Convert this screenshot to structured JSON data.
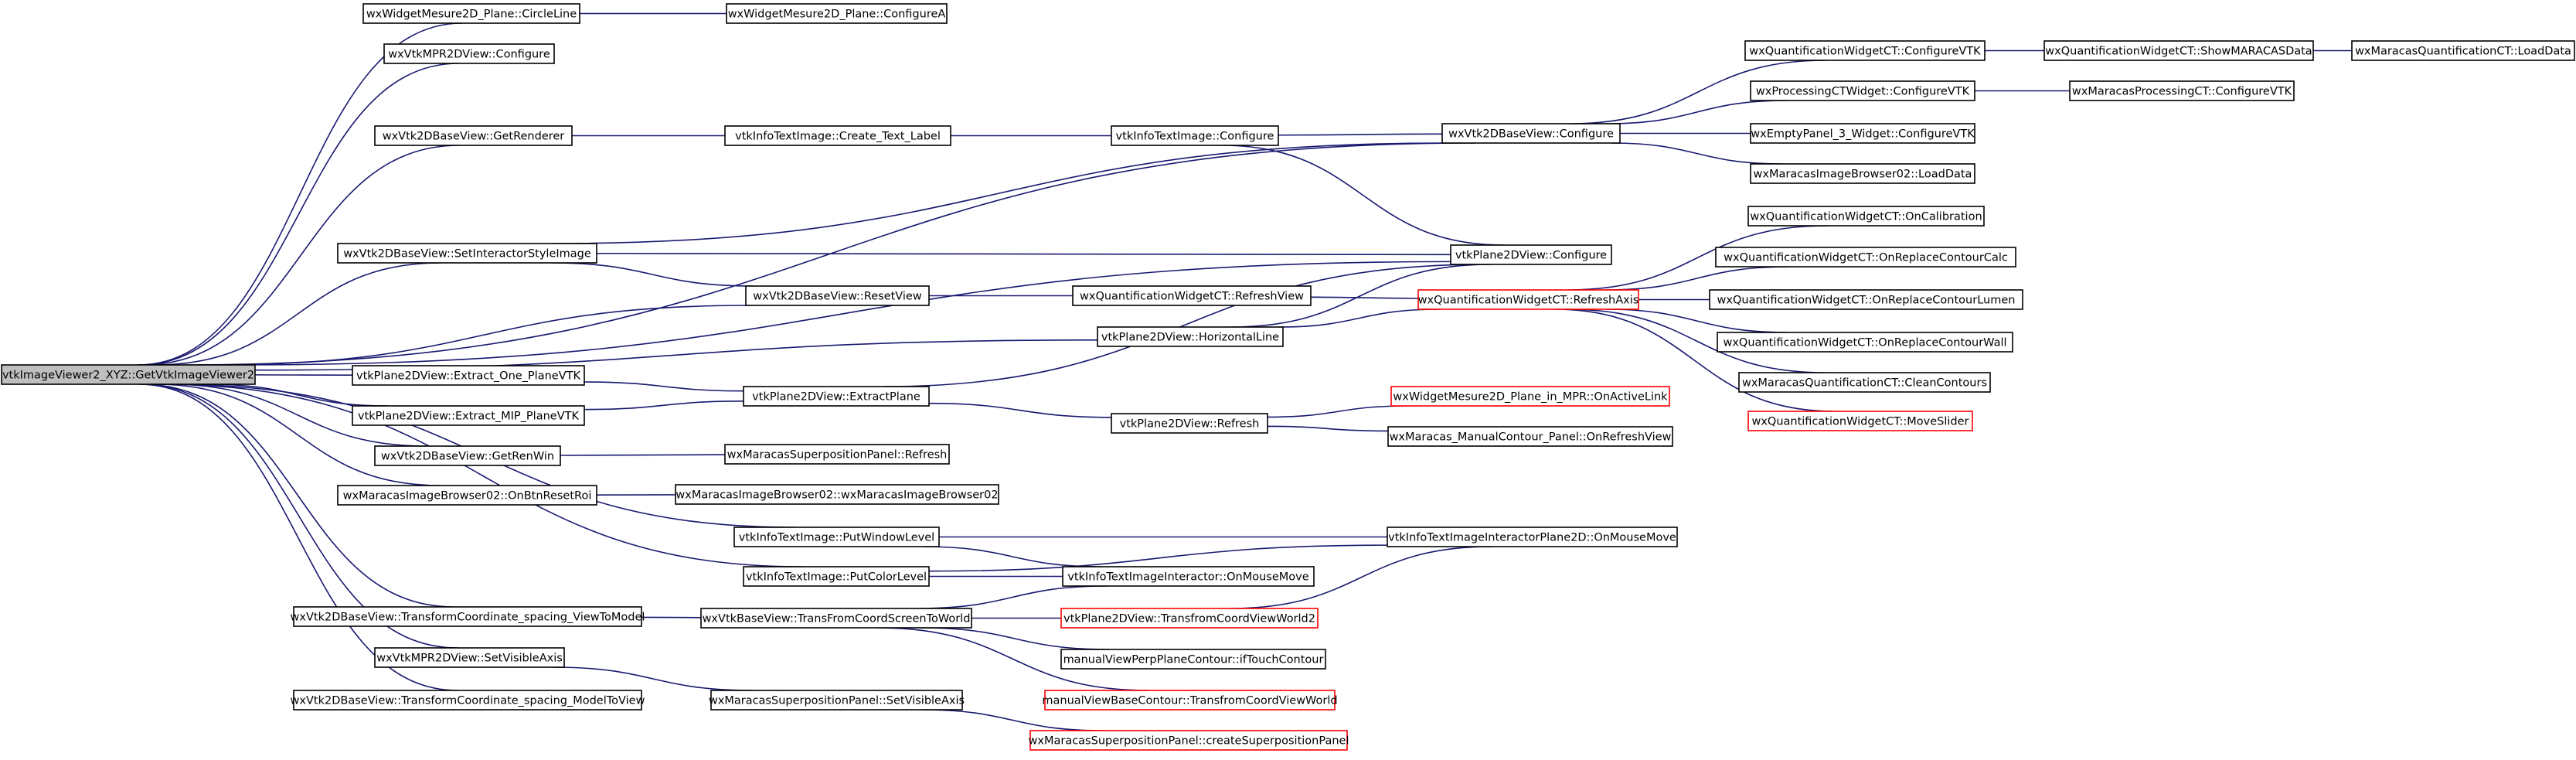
{
  "colors": {
    "edge": "#191970",
    "node_border": "#000000",
    "truncated_border": "#ff0000",
    "root_fill": "#bfbfbf",
    "background": "#ffffff"
  },
  "nodes": {
    "root": {
      "label": "vtkImageViewer2_XYZ::GetVtkImageViewer2"
    },
    "circleLine": {
      "label": "wxWidgetMesure2D_Plane::CircleLine"
    },
    "configureA": {
      "label": "wxWidgetMesure2D_Plane::ConfigureA"
    },
    "mpr2dConfigure": {
      "label": "wxVtkMPR2DView::Configure"
    },
    "getRenderer": {
      "label": "wxVtk2DBaseView::GetRenderer"
    },
    "createTextLabel": {
      "label": "vtkInfoTextImage::Create_Text_Label"
    },
    "infoConfigure": {
      "label": "vtkInfoTextImage::Configure"
    },
    "base2dConfigure": {
      "label": "wxVtk2DBaseView::Configure"
    },
    "quantConfigureVTK": {
      "label": "wxQuantificationWidgetCT::ConfigureVTK"
    },
    "showMaracas": {
      "label": "wxQuantificationWidgetCT::ShowMARACASData"
    },
    "maracasLoadData": {
      "label": "wxMaracasQuantificationCT::LoadData"
    },
    "procConfigureVTK": {
      "label": "wxProcessingCTWidget::ConfigureVTK"
    },
    "maracasProcConfigureVTK": {
      "label": "wxMaracasProcessingCT::ConfigureVTK"
    },
    "emptyPanelConfigureVTK": {
      "label": "wxEmptyPanel_3_Widget::ConfigureVTK"
    },
    "imgBrowserLoadData": {
      "label": "wxMaracasImageBrowser02::LoadData"
    },
    "onCalibration": {
      "label": "wxQuantificationWidgetCT::OnCalibration"
    },
    "setInteractorStyle": {
      "label": "wxVtk2DBaseView::SetInteractorStyleImage"
    },
    "plane2dConfigure": {
      "label": "vtkPlane2DView::Configure"
    },
    "onReplaceCalc": {
      "label": "wxQuantificationWidgetCT::OnReplaceContourCalc"
    },
    "resetView": {
      "label": "wxVtk2DBaseView::ResetView"
    },
    "refreshView": {
      "label": "wxQuantificationWidgetCT::RefreshView"
    },
    "refreshAxis": {
      "label": "wxQuantificationWidgetCT::RefreshAxis"
    },
    "onReplaceLumen": {
      "label": "wxQuantificationWidgetCT::OnReplaceContourLumen"
    },
    "horizontalLine": {
      "label": "vtkPlane2DView::HorizontalLine"
    },
    "onReplaceWall": {
      "label": "wxQuantificationWidgetCT::OnReplaceContourWall"
    },
    "extractOne": {
      "label": "vtkPlane2DView::Extract_One_PlaneVTK"
    },
    "cleanContours": {
      "label": "wxMaracasQuantificationCT::CleanContours"
    },
    "extractPlane": {
      "label": "vtkPlane2DView::ExtractPlane"
    },
    "onActiveLink": {
      "label": "wxWidgetMesure2D_Plane_in_MPR::OnActiveLink"
    },
    "extractMIP": {
      "label": "vtkPlane2DView::Extract_MIP_PlaneVTK"
    },
    "plane2dRefresh": {
      "label": "vtkPlane2DView::Refresh"
    },
    "moveSlider": {
      "label": "wxQuantificationWidgetCT::MoveSlider"
    },
    "onRefreshView": {
      "label": "wxMaracas_ManualContour_Panel::OnRefreshView"
    },
    "getRenWin": {
      "label": "wxVtk2DBaseView::GetRenWin"
    },
    "superRefresh": {
      "label": "wxMaracasSuperpositionPanel::Refresh"
    },
    "onBtnResetRoi": {
      "label": "wxMaracasImageBrowser02::OnBtnResetRoi"
    },
    "imgBrowserCtor": {
      "label": "wxMaracasImageBrowser02::wxMaracasImageBrowser02"
    },
    "putWindowLevel": {
      "label": "vtkInfoTextImage::PutWindowLevel"
    },
    "interactorPlaneMouse": {
      "label": "vtkInfoTextImageInteractorPlane2D::OnMouseMove"
    },
    "putColorLevel": {
      "label": "vtkInfoTextImage::PutColorLevel"
    },
    "interactorMouse": {
      "label": "vtkInfoTextImageInteractor::OnMouseMove"
    },
    "viewToModel": {
      "label": "wxVtk2DBaseView::TransformCoordinate_spacing_ViewToModel"
    },
    "transFromCoord": {
      "label": "wxVtkBaseView::TransFromCoordScreenToWorld"
    },
    "transformCoordViewWorld2": {
      "label": "vtkPlane2DView::TransfromCoordViewWorld2"
    },
    "ifTouchContour": {
      "label": "manualViewPerpPlaneContour::ifTouchContour"
    },
    "mprSetVisibleAxis": {
      "label": "wxVtkMPR2DView::SetVisibleAxis"
    },
    "contourTransform": {
      "label": "manualViewBaseContour::TransfromCoordViewWorld"
    },
    "modelToView": {
      "label": "wxVtk2DBaseView::TransformCoordinate_spacing_ModelToView"
    },
    "superSetVisibleAxis": {
      "label": "wxMaracasSuperpositionPanel::SetVisibleAxis"
    },
    "createSuperPanel": {
      "label": "wxMaracasSuperpositionPanel::createSuperpositionPanel"
    }
  }
}
